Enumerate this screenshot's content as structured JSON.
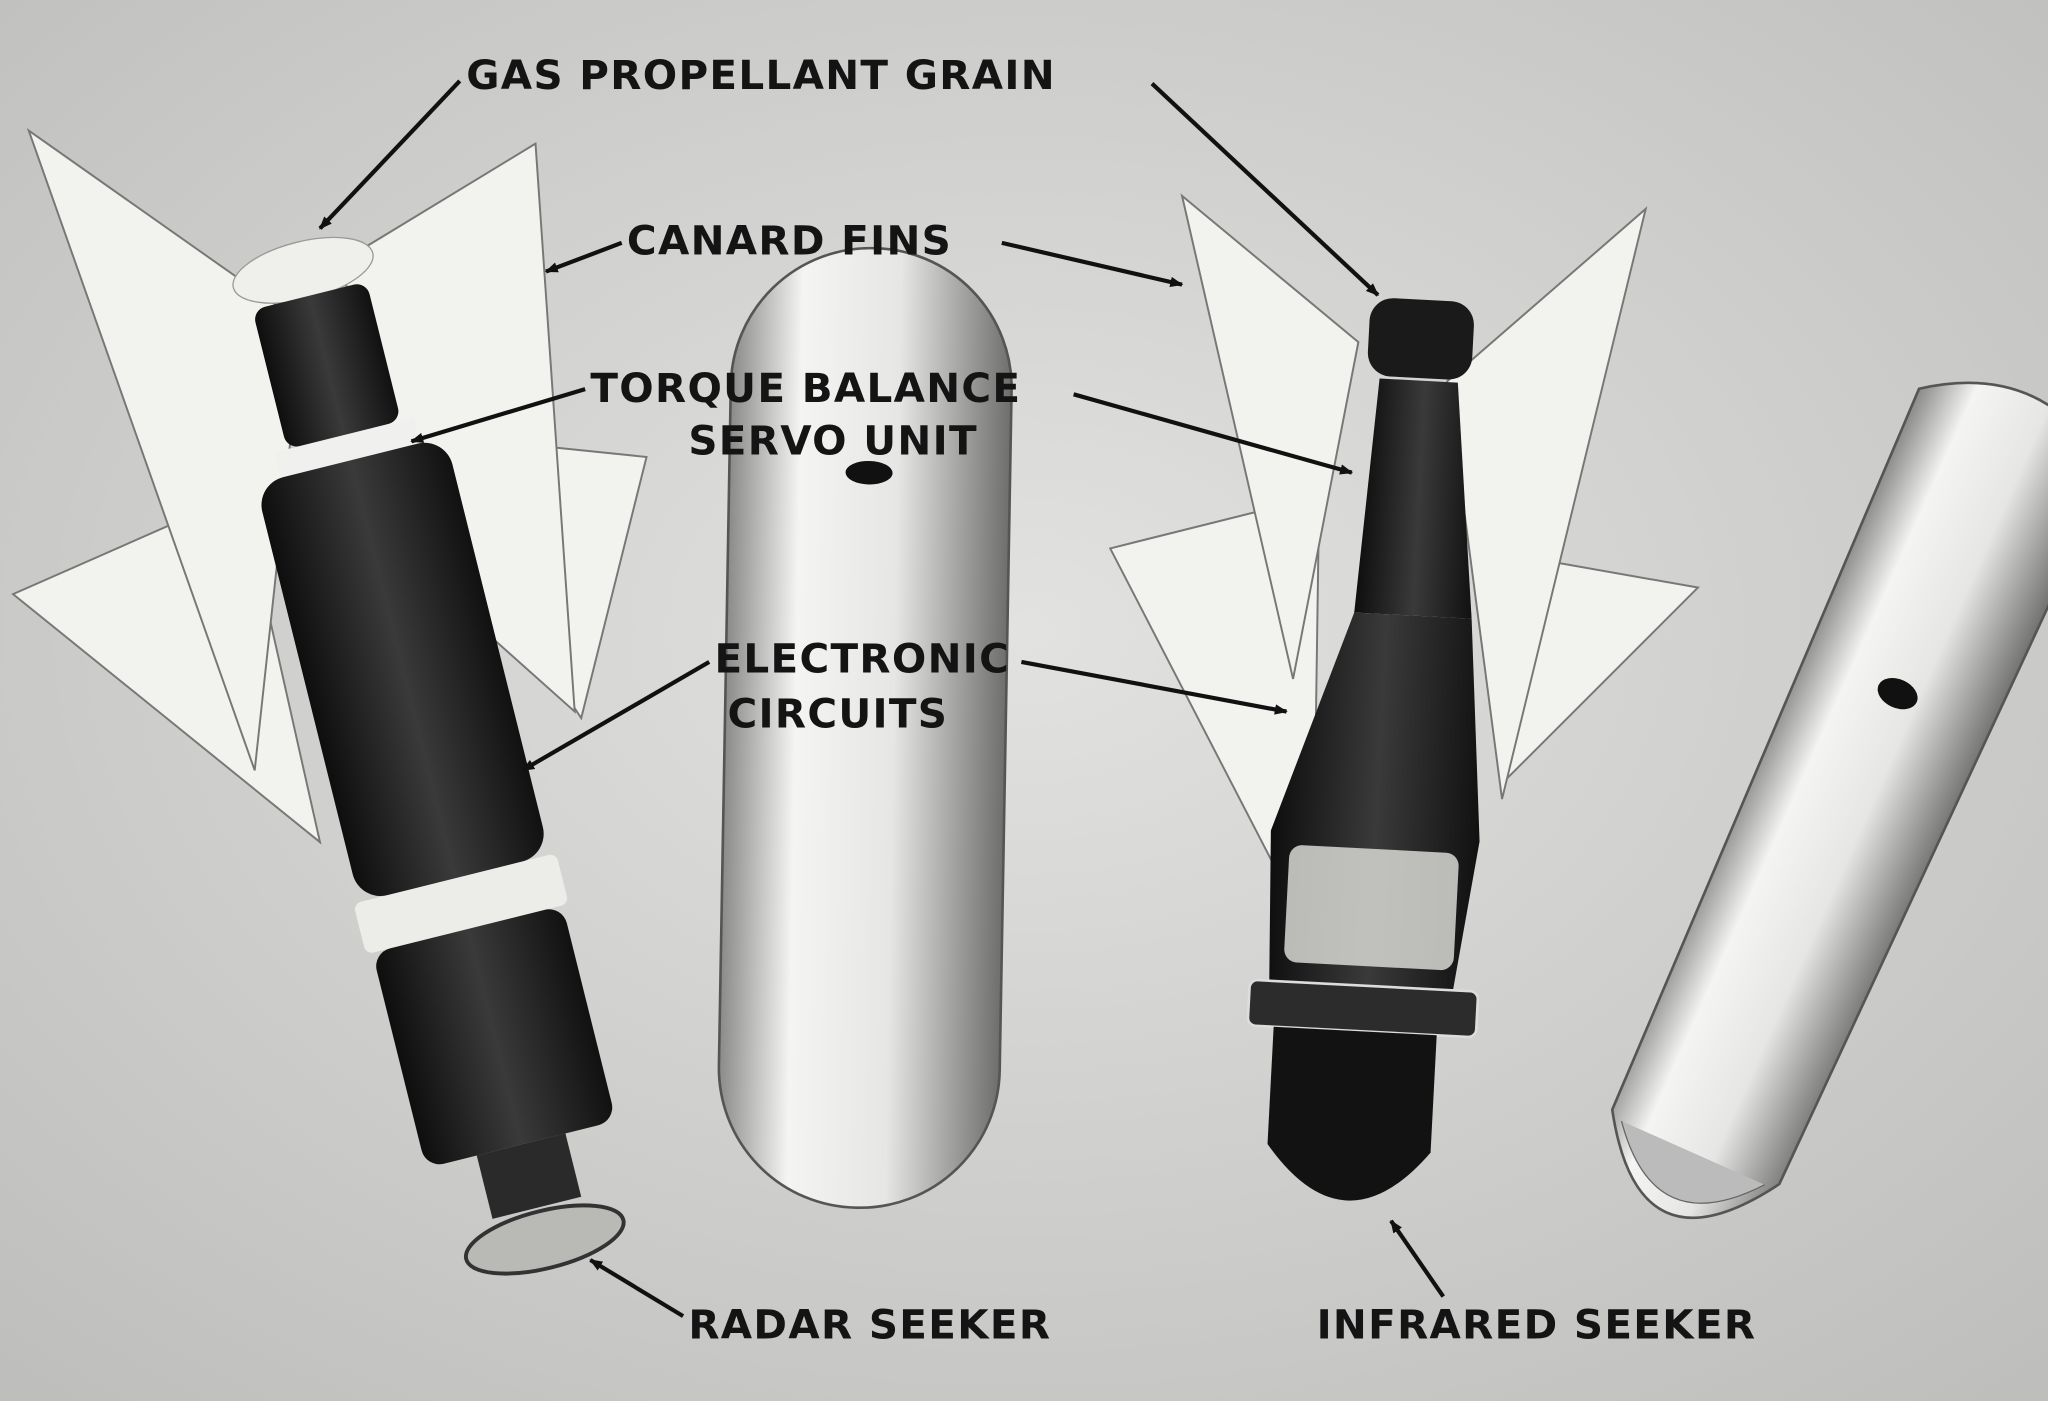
{
  "labels": {
    "gas_propellant_grain": "GAS PROPELLANT GRAIN",
    "canard_fins": "CANARD FINS",
    "torque_balance": "TORQUE BALANCE",
    "servo_unit": "SERVO UNIT",
    "electronic": "ELECTRONIC",
    "circuits": "CIRCUITS",
    "radar_seeker": "RADAR SEEKER",
    "infrared_seeker": "INFRARED SEEKER"
  },
  "colors": {
    "background": "#d4d4d2",
    "fin": "#f2f2ef",
    "dark_body": "#1c1c1c",
    "text": "#141414"
  }
}
